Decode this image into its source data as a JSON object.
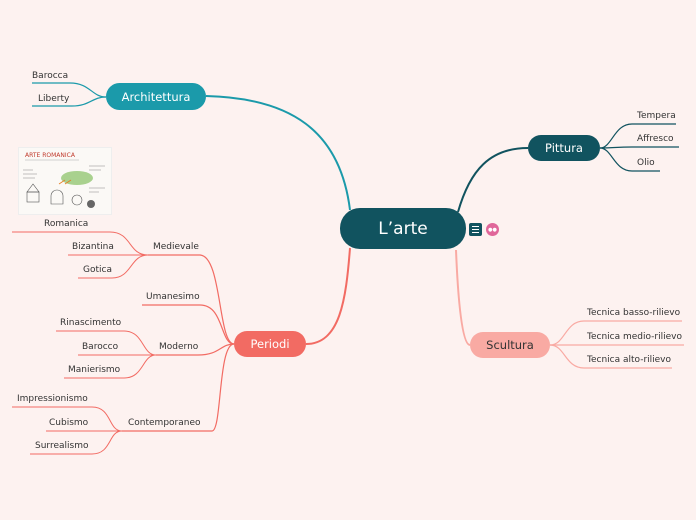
{
  "root": {
    "label": "L’arte"
  },
  "branches": {
    "architettura": {
      "label": "Architettura",
      "children": [
        "Barocca",
        "Liberty"
      ]
    },
    "pittura": {
      "label": "Pittura",
      "children": [
        "Tempera",
        "Affresco",
        "Olio"
      ]
    },
    "scultura": {
      "label": "Scultura",
      "children": [
        "Tecnica basso-rilievo",
        "Tecnica medio-rilievo",
        "Tecnica alto-rilievo"
      ]
    },
    "periodi": {
      "label": "Periodi",
      "medievale": {
        "label": "Medievale",
        "children": [
          "Romanica",
          "Bizantina",
          "Gotica"
        ]
      },
      "umanesimo": {
        "label": "Umanesimo"
      },
      "moderno": {
        "label": "Moderno",
        "children": [
          "Rinascimento",
          "Barocco",
          "Manierismo"
        ]
      },
      "contemporaneo": {
        "label": "Contemporaneo",
        "children": [
          "Impressionismo",
          "Cubismo",
          "Surrealismo"
        ]
      }
    }
  },
  "thumbnail": {
    "title": "ARTE ROMANICA"
  },
  "icons": {
    "notes": "notes-icon",
    "badge": "sticker-icon"
  },
  "colors": {
    "background": "#fdf2f0",
    "root": "#11535f",
    "architettura": "#1b9aaa",
    "pittura": "#11535f",
    "periodi": "#f26b63",
    "scultura": "#f9aaa3"
  }
}
